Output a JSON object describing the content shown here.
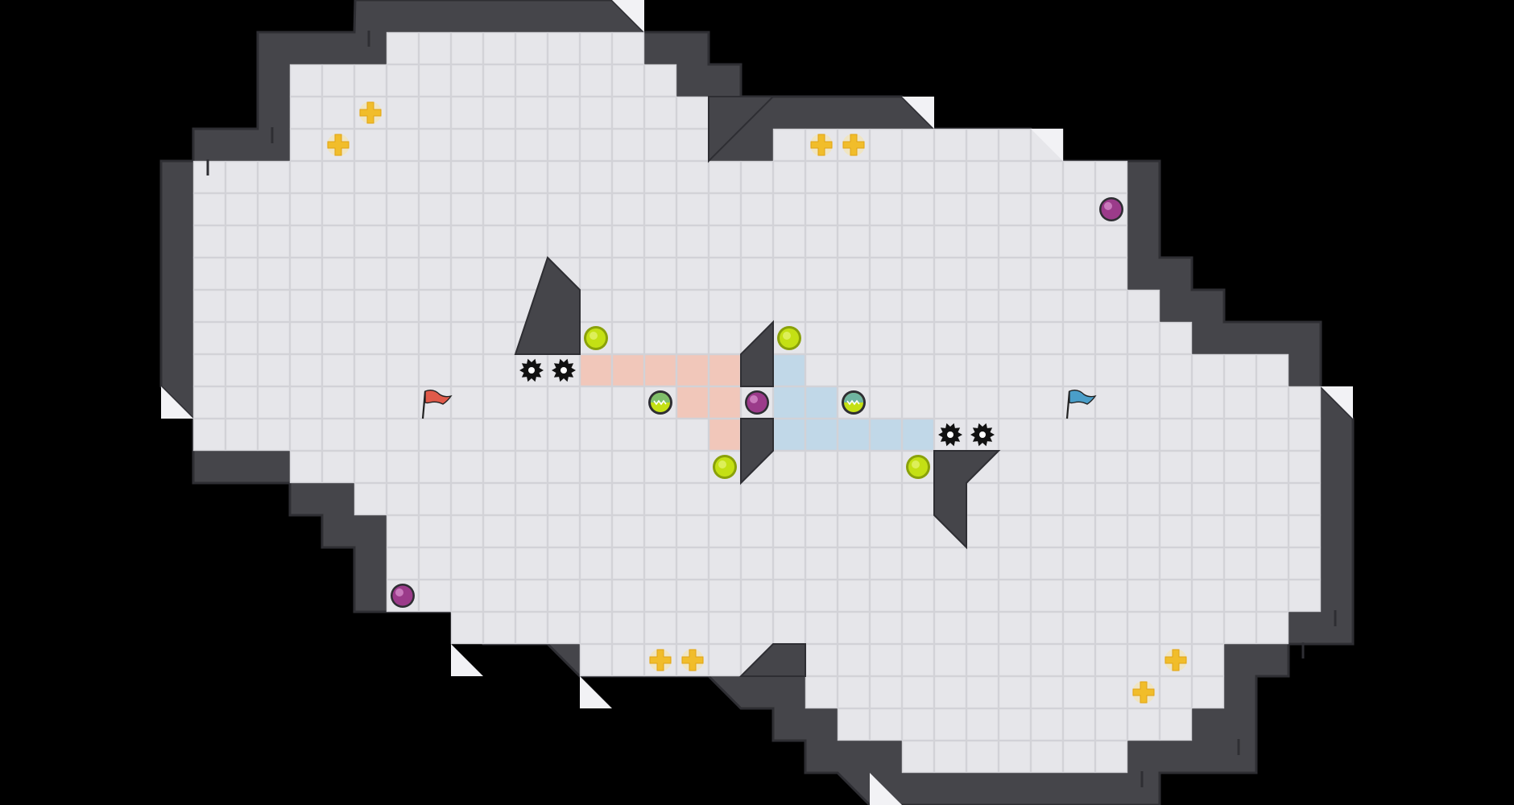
{
  "game": {
    "colors": {
      "background": "#000000",
      "floor": "#e6e6ea",
      "grid_line": "#d2d2d7",
      "wall": "#45454a",
      "wall_edge": "#2e2e33",
      "red_team": "#e05a4a",
      "red_zone": "#f2c3b5",
      "blue_team": "#4a9ec9",
      "blue_zone": "#bcd6e8",
      "boost": "#c4e014",
      "powerup": "#9b3b8a",
      "spike": "#111111",
      "bomb": "#f1bd2a"
    },
    "grid_cell": 40,
    "floor_rows": [
      {
        "row": 1,
        "cols": [
          12,
          19
        ]
      },
      {
        "row": 2,
        "cols": [
          9,
          20
        ]
      },
      {
        "row": 3,
        "cols": [
          9,
          21
        ]
      },
      {
        "row": 4,
        "cols": [
          9,
          21
        ]
      },
      {
        "row": 4,
        "cols": [
          24,
          32
        ]
      },
      {
        "row": 5,
        "cols": [
          6,
          34
        ]
      },
      {
        "row": 6,
        "cols": [
          6,
          34
        ]
      },
      {
        "row": 7,
        "cols": [
          6,
          34
        ]
      },
      {
        "row": 8,
        "cols": [
          6,
          34
        ]
      },
      {
        "row": 9,
        "cols": [
          6,
          35
        ]
      },
      {
        "row": 10,
        "cols": [
          6,
          36
        ]
      },
      {
        "row": 11,
        "cols": [
          6,
          39
        ]
      },
      {
        "row": 12,
        "cols": [
          6,
          40
        ]
      },
      {
        "row": 13,
        "cols": [
          6,
          40
        ]
      },
      {
        "row": 14,
        "cols": [
          9,
          40
        ]
      },
      {
        "row": 15,
        "cols": [
          11,
          40
        ]
      },
      {
        "row": 16,
        "cols": [
          12,
          40
        ]
      },
      {
        "row": 17,
        "cols": [
          12,
          40
        ]
      },
      {
        "row": 18,
        "cols": [
          12,
          40
        ]
      },
      {
        "row": 19,
        "cols": [
          14,
          39
        ]
      },
      {
        "row": 20,
        "cols": [
          18,
          37
        ]
      },
      {
        "row": 21,
        "cols": [
          25,
          37
        ]
      },
      {
        "row": 22,
        "cols": [
          26,
          36
        ]
      },
      {
        "row": 23,
        "cols": [
          28,
          34
        ]
      }
    ],
    "red_zone_tiles": [
      [
        18,
        11
      ],
      [
        19,
        11
      ],
      [
        20,
        11
      ],
      [
        21,
        11
      ],
      [
        22,
        11
      ],
      [
        21,
        12
      ],
      [
        22,
        12
      ],
      [
        22,
        13
      ]
    ],
    "blue_zone_tiles": [
      [
        24,
        11
      ],
      [
        24,
        12
      ],
      [
        25,
        12
      ],
      [
        24,
        13
      ],
      [
        25,
        13
      ],
      [
        26,
        13
      ],
      [
        27,
        13
      ],
      [
        28,
        13
      ]
    ],
    "flags": [
      {
        "team": "red",
        "col": 13,
        "row": 12
      },
      {
        "team": "blue",
        "col": 33,
        "row": 12
      }
    ],
    "spikes": [
      [
        16,
        11
      ],
      [
        17,
        11
      ],
      [
        29,
        13
      ],
      [
        30,
        13
      ]
    ],
    "boosts": [
      [
        18,
        10
      ],
      [
        24,
        10
      ],
      [
        22,
        14
      ],
      [
        28,
        14
      ]
    ],
    "team_boosts": [
      {
        "team": "red",
        "col": 20,
        "row": 12
      },
      {
        "team": "blue",
        "col": 26,
        "row": 12
      }
    ],
    "powerups": [
      [
        34,
        6
      ],
      [
        23,
        12
      ],
      [
        12,
        18
      ]
    ],
    "bombs": [
      [
        11,
        3
      ],
      [
        10,
        4
      ],
      [
        25,
        4
      ],
      [
        26,
        4
      ],
      [
        20,
        20
      ],
      [
        21,
        20
      ],
      [
        36,
        20
      ],
      [
        35,
        21
      ]
    ]
  }
}
